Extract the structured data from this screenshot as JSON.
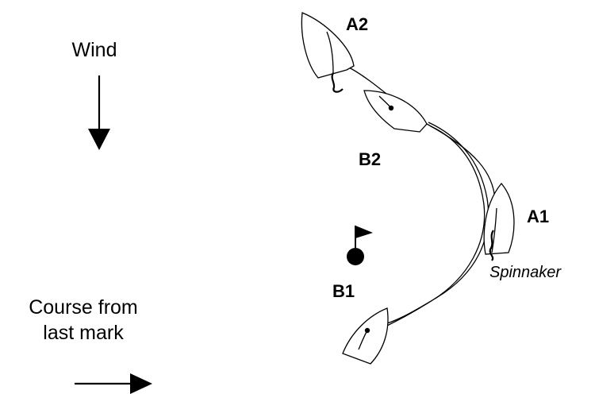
{
  "labels": {
    "wind": "Wind",
    "course_line1": "Course from",
    "course_line2": "last mark",
    "a1": "A1",
    "a2": "A2",
    "b1": "B1",
    "b2": "B2",
    "spinnaker": "Spinnaker"
  }
}
